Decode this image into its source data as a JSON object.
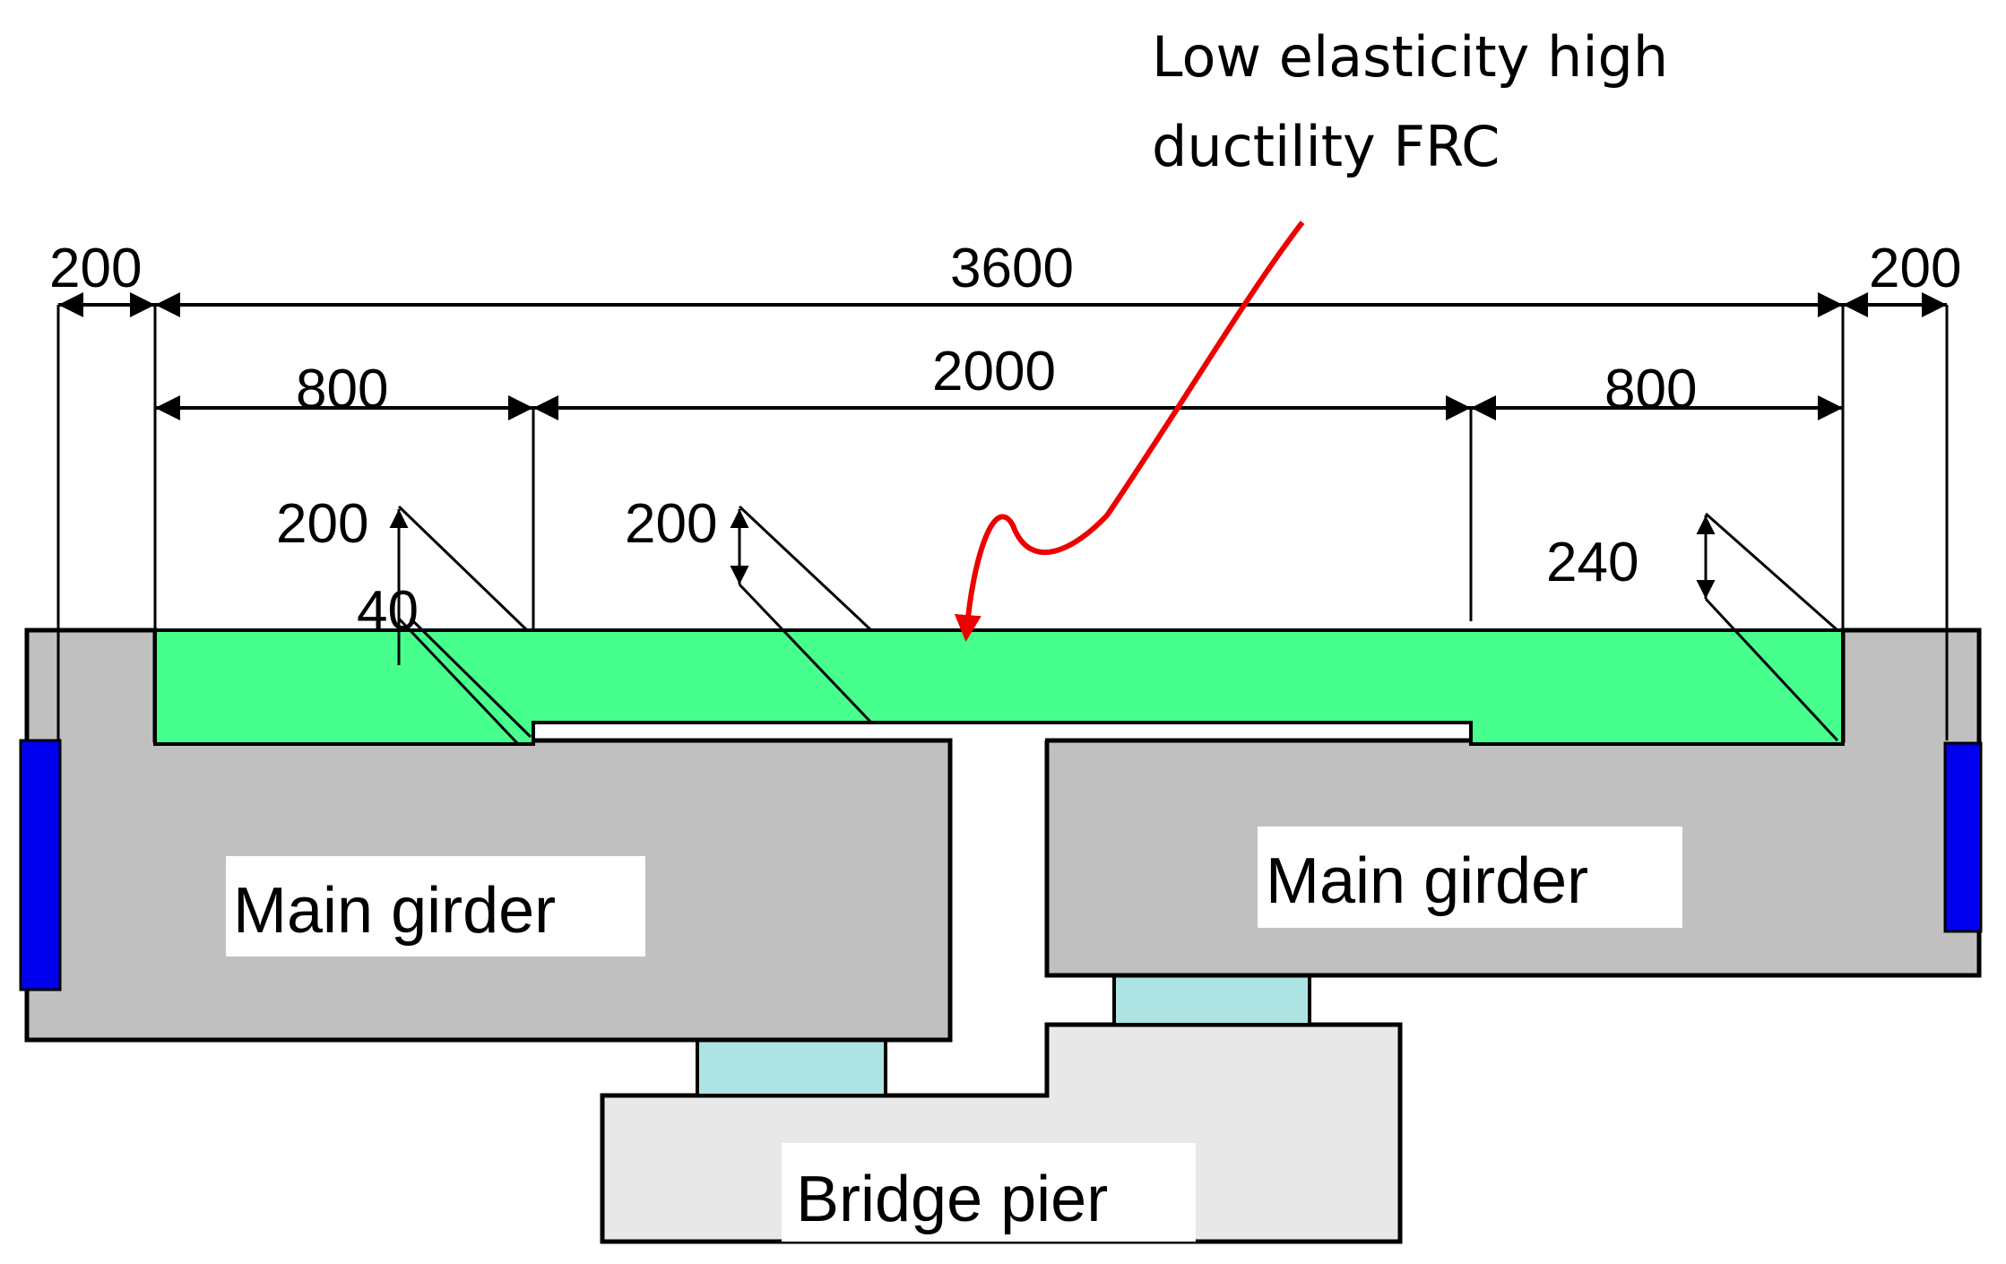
{
  "annotation": {
    "line1": "Low elasticity high",
    "line2": "ductility FRC"
  },
  "dimensions": {
    "left_edge": "200",
    "total_span": "3600",
    "right_edge": "200",
    "left_segment": "800",
    "middle_segment": "2000",
    "right_segment": "800",
    "left_depth": "200",
    "left_step": "40",
    "middle_depth": "200",
    "right_depth": "240"
  },
  "labels": {
    "left_girder": "Main girder",
    "right_girder": "Main girder",
    "pier": "Bridge pier"
  },
  "colors": {
    "frc_layer": "#47ff8c",
    "girder": "#c0c0c0",
    "bearing": "#ade3e3",
    "pier": "#e8e8e8",
    "edge_strip": "#0000ee",
    "annotation_arrow": "#ee0000"
  }
}
